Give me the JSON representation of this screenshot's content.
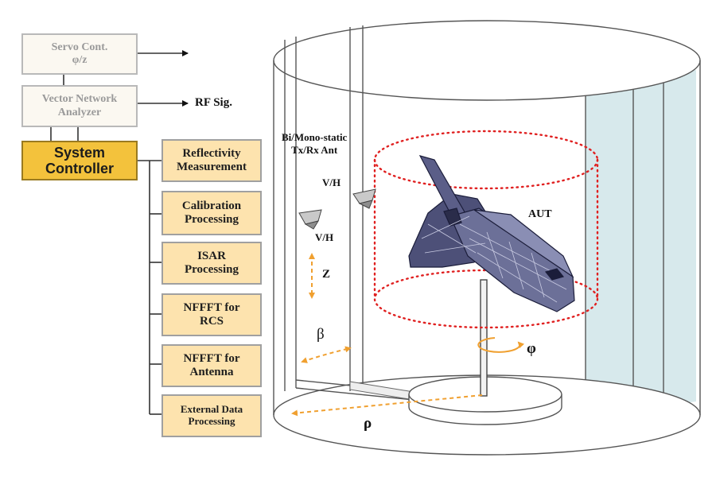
{
  "left_panel": {
    "servo_box": {
      "line1": "Servo Cont.",
      "line2": "φ/z"
    },
    "vna_box": {
      "line1": "Vector Network",
      "line2": "Analyzer"
    },
    "rf_signal_label": "RF Sig.",
    "system_controller": {
      "line1": "System",
      "line2": "Controller"
    },
    "processes": [
      {
        "line1": "Reflectivity",
        "line2": "Measurement"
      },
      {
        "line1": "Calibration",
        "line2": "Processing"
      },
      {
        "line1": "ISAR",
        "line2": "Processing"
      },
      {
        "line1": "NFFFT for",
        "line2": "RCS"
      },
      {
        "line1": "NFFFT for",
        "line2": "Antenna"
      },
      {
        "line1": "External Data",
        "line2": "Processing"
      }
    ]
  },
  "chamber": {
    "antenna_label": {
      "line1": "Bi/Mono-static",
      "line2": "Tx/Rx Ant"
    },
    "polarization_upper": "V/H",
    "polarization_lower": "V/H",
    "aut_label": "AUT",
    "z_label": "Z",
    "beta_label": "β",
    "phi_label": "φ",
    "rho_label": "ρ"
  },
  "colors": {
    "system_controller": "#f3c23c",
    "process_box": "#fde3ae",
    "top_box": "#fbf8f1",
    "dashed_arrows": "#f0a030",
    "scan_cylinder": "#e02020",
    "chamber_glass": "#d7e9ec"
  }
}
